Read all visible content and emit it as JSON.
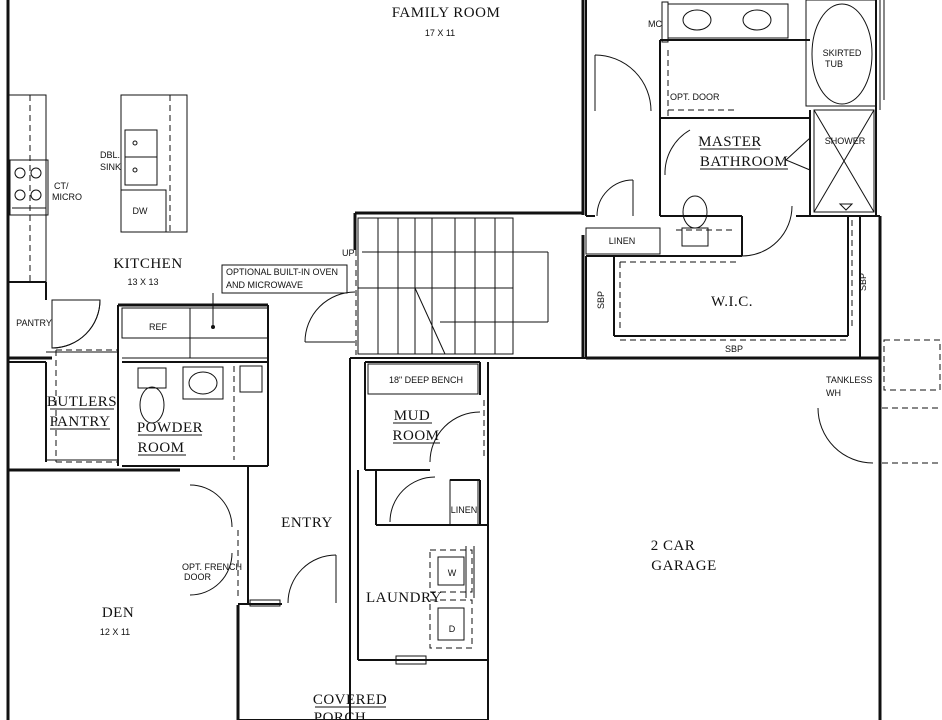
{
  "rooms": {
    "family_room": {
      "name": "FAMILY ROOM",
      "dim": "17 X 11"
    },
    "kitchen": {
      "name": "KITCHEN",
      "dim": "13 X 13"
    },
    "master_bathroom": {
      "line1": "MASTER",
      "line2": "BATHROOM"
    },
    "wic": {
      "name": "W.I.C."
    },
    "butlers_pantry": {
      "line1": "BUTLERS",
      "line2": "PANTRY"
    },
    "powder_room": {
      "line1": "POWDER",
      "line2": "ROOM"
    },
    "mud_room": {
      "line1": "MUD",
      "line2": "ROOM"
    },
    "entry": {
      "name": "ENTRY"
    },
    "den": {
      "name": "DEN",
      "dim": "12 X 11"
    },
    "laundry": {
      "name": "LAUNDRY"
    },
    "garage": {
      "line1": "2 CAR",
      "line2": "GARAGE"
    },
    "covered_porch": {
      "line1": "COVERED",
      "line2": "PORCH"
    },
    "pantry": {
      "name": "PANTRY"
    }
  },
  "notes": {
    "optional_oven_line1": "OPTIONAL BUILT-IN OVEN",
    "optional_oven_line2": "AND MICROWAVE",
    "deep_bench": "18\" DEEP BENCH",
    "opt_french_line1": "OPT. FRENCH",
    "opt_french_line2": "DOOR",
    "opt_door": "OPT. DOOR",
    "tankless_line1": "TANKLESS",
    "tankless_line2": "WH",
    "up": "UP"
  },
  "fixtures": {
    "mc": "MC",
    "skirted_tub_line1": "SKIRTED",
    "skirted_tub_line2": "TUB",
    "shower": "SHOWER",
    "linen_bath": "LINEN",
    "linen_mud": "LINEN",
    "dbl_sink_line1": "DBL.",
    "dbl_sink_line2": "SINK",
    "dw": "DW",
    "ct_micro_line1": "CT/",
    "ct_micro_line2": "MICRO",
    "ref": "REF",
    "washer": "W",
    "dryer": "D",
    "sbp_left": "SBP",
    "sbp_bottom": "SBP",
    "sbp_right": "SBP"
  }
}
